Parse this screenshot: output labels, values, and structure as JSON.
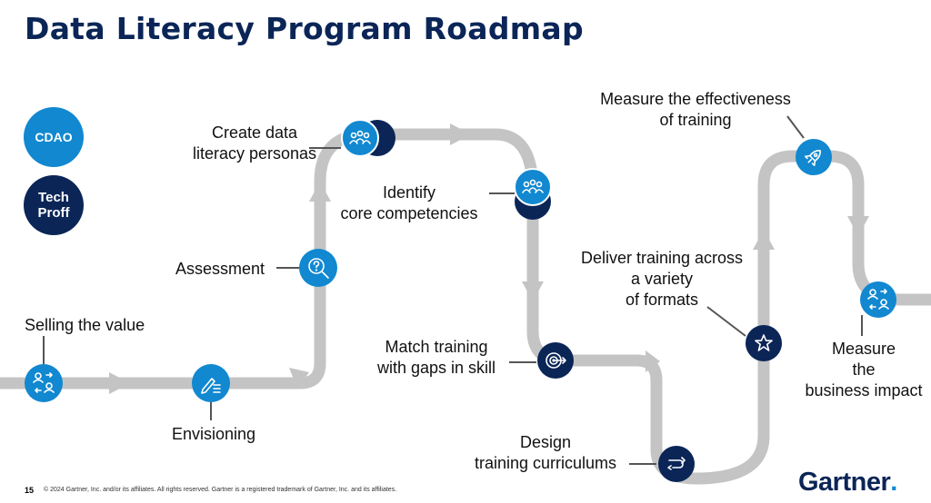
{
  "title": "Data Literacy Program Roadmap",
  "colors": {
    "title": "#0b2557",
    "cdao": "#1188d0",
    "tech": "#0b2557",
    "path": "#c4c4c4",
    "connector": "#555555",
    "white": "#ffffff"
  },
  "legend": {
    "cdao": "CDAO",
    "tech_line1": "Tech",
    "tech_line2": "Proff"
  },
  "milestones": [
    {
      "id": "selling",
      "label_lines": [
        "Selling the value"
      ],
      "owner": "cdao",
      "icon": "people-exchange-icon"
    },
    {
      "id": "envisioning",
      "label_lines": [
        "Envisioning"
      ],
      "owner": "cdao",
      "icon": "pen-list-icon"
    },
    {
      "id": "assessment",
      "label_lines": [
        "Assessment"
      ],
      "owner": "cdao",
      "icon": "magnifier-question-icon"
    },
    {
      "id": "personas",
      "label_lines": [
        "Create data",
        "literacy personas"
      ],
      "owner": "cdao+tech",
      "icon": "people-group-icon"
    },
    {
      "id": "competencies",
      "label_lines": [
        "Identify",
        "core competencies"
      ],
      "owner": "cdao+tech",
      "icon": "people-group-icon"
    },
    {
      "id": "match",
      "label_lines": [
        "Match training",
        "with gaps in skill"
      ],
      "owner": "tech",
      "icon": "target-arrow-icon"
    },
    {
      "id": "design",
      "label_lines": [
        "Design",
        "training curriculums"
      ],
      "owner": "tech",
      "icon": "route-icon"
    },
    {
      "id": "deliver",
      "label_lines": [
        "Deliver training across",
        "a variety",
        "of formats"
      ],
      "owner": "tech",
      "icon": "star-icon"
    },
    {
      "id": "measure_training",
      "label_lines": [
        "Measure the effectiveness",
        "of training"
      ],
      "owner": "cdao",
      "icon": "rocket-icon"
    },
    {
      "id": "measure_impact",
      "label_lines": [
        "Measure",
        "the",
        "business impact"
      ],
      "owner": "cdao",
      "icon": "people-exchange-icon"
    }
  ],
  "footer": {
    "page": "15",
    "copyright": "© 2024 Gartner, Inc. and/or its affiliates. All rights reserved. Gartner is a registered trademark of Gartner, Inc. and its affiliates.",
    "brand": "Gartner",
    "brand_dot": "."
  }
}
